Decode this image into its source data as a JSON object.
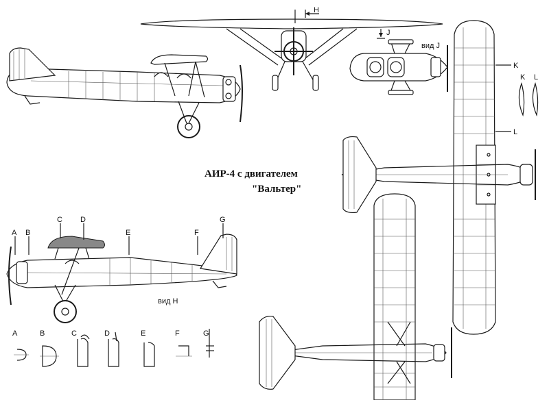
{
  "title": {
    "line1": "АИР-4 с двигателем",
    "line2": "\"Вальтер\""
  },
  "view_labels": {
    "h_arrow": "H",
    "j_arrow": "J",
    "view_j": "вид J",
    "view_h": "вид H"
  },
  "section_markers": {
    "side": [
      "A",
      "B",
      "C",
      "D",
      "E",
      "F",
      "G"
    ],
    "plan": [
      "K",
      "L"
    ],
    "wing_profiles": [
      "K",
      "L"
    ]
  },
  "section_profiles": [
    "A",
    "B",
    "C",
    "D",
    "E",
    "F",
    "G"
  ],
  "colors": {
    "line": "#1a1a1a",
    "wing_profile_fill": "#888888",
    "background": "#ffffff"
  }
}
